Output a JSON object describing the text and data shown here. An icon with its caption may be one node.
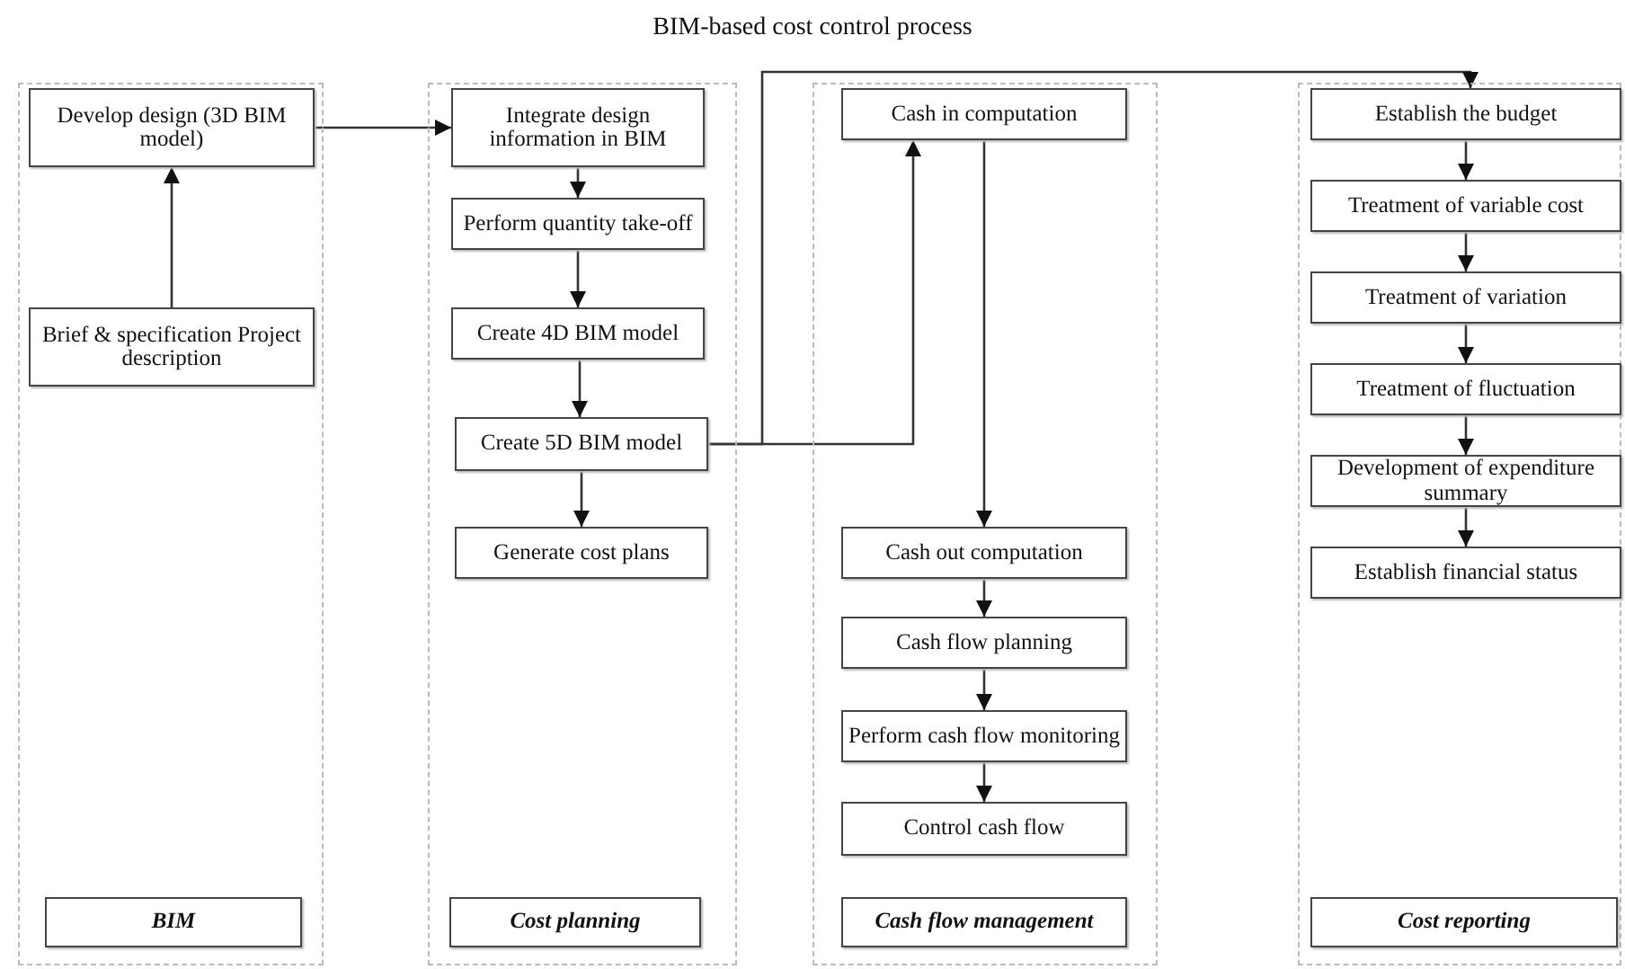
{
  "diagram": {
    "title": "BIM-based cost control process",
    "nodes": [
      {
        "text": [],
        "shape": "box"
      },
      {
        "text": [
          "Develop design (3D BIM model)"
        ],
        "in": 0
      },
      {
        "text": [
          "Brief & specification Project description"
        ],
        "in": 0
      },
      {
        "text": [
          "BIM"
        ],
        "in": 0
      },
      {
        "text": [],
        "shape": "box"
      },
      {
        "text": [
          "Integrate design information in BIM"
        ],
        "in": 4
      },
      {
        "text": [
          "Perform quantity take-off"
        ],
        "in": 4
      },
      {
        "text": [
          "Create 4D BIM model"
        ],
        "in": 4
      },
      {
        "text": [
          "Create 5D BIM model"
        ],
        "in": 4
      },
      {
        "text": [
          "Generate cost plans"
        ],
        "in": 4
      },
      {
        "text": [
          "Cost planning"
        ],
        "in": 4
      },
      {
        "text": [],
        "shape": "box"
      },
      {
        "text": [
          "Cash in computation"
        ],
        "in": 11
      },
      {
        "text": [
          "Cash out computation"
        ],
        "in": 11
      },
      {
        "text": [
          "Cash flow planning"
        ],
        "in": 11
      },
      {
        "text": [
          "Perform cash flow monitoring"
        ],
        "in": 11
      },
      {
        "text": [
          "Control cash flow"
        ],
        "in": 11
      },
      {
        "text": [
          "Cash flow management"
        ],
        "in": 11
      },
      {
        "text": [],
        "shape": "box"
      },
      {
        "text": [
          "Establish the budget"
        ],
        "in": 18
      },
      {
        "text": [
          "Treatment of variable cost"
        ],
        "in": 18
      },
      {
        "text": [
          "Treatment of variation"
        ],
        "in": 18
      },
      {
        "text": [
          "Treatment of fluctuation"
        ],
        "in": 18
      },
      {
        "text": [
          "Development of expenditure summary"
        ],
        "in": 18
      },
      {
        "text": [
          "Establish financial status"
        ],
        "in": 18
      },
      {
        "text": [
          "Cost reporting"
        ],
        "in": 18
      }
    ],
    "edges": [
      {
        "from": 2,
        "to": 1,
        "arrow": "to"
      },
      {
        "from": 1,
        "to": 5,
        "arrow": "to"
      },
      {
        "from": 5,
        "to": 6,
        "arrow": "to"
      },
      {
        "from": 6,
        "to": 7,
        "arrow": "to"
      },
      {
        "from": 7,
        "to": 8,
        "arrow": "to"
      },
      {
        "from": 8,
        "to": 9,
        "arrow": "to"
      },
      {
        "from": 8,
        "to": 12,
        "arrow": "to"
      },
      {
        "from": 8,
        "to": 19,
        "arrow": "to"
      },
      {
        "from": 12,
        "to": 13,
        "arrow": "to"
      },
      {
        "from": 13,
        "to": 14,
        "arrow": "to"
      },
      {
        "from": 14,
        "to": 15,
        "arrow": "to"
      },
      {
        "from": 15,
        "to": 16,
        "arrow": "to"
      },
      {
        "from": 19,
        "to": 20,
        "arrow": "to"
      },
      {
        "from": 20,
        "to": 21,
        "arrow": "to"
      },
      {
        "from": 21,
        "to": 22,
        "arrow": "to"
      },
      {
        "from": 22,
        "to": 23,
        "arrow": "to"
      },
      {
        "from": 23,
        "to": 24,
        "arrow": "to"
      }
    ]
  }
}
